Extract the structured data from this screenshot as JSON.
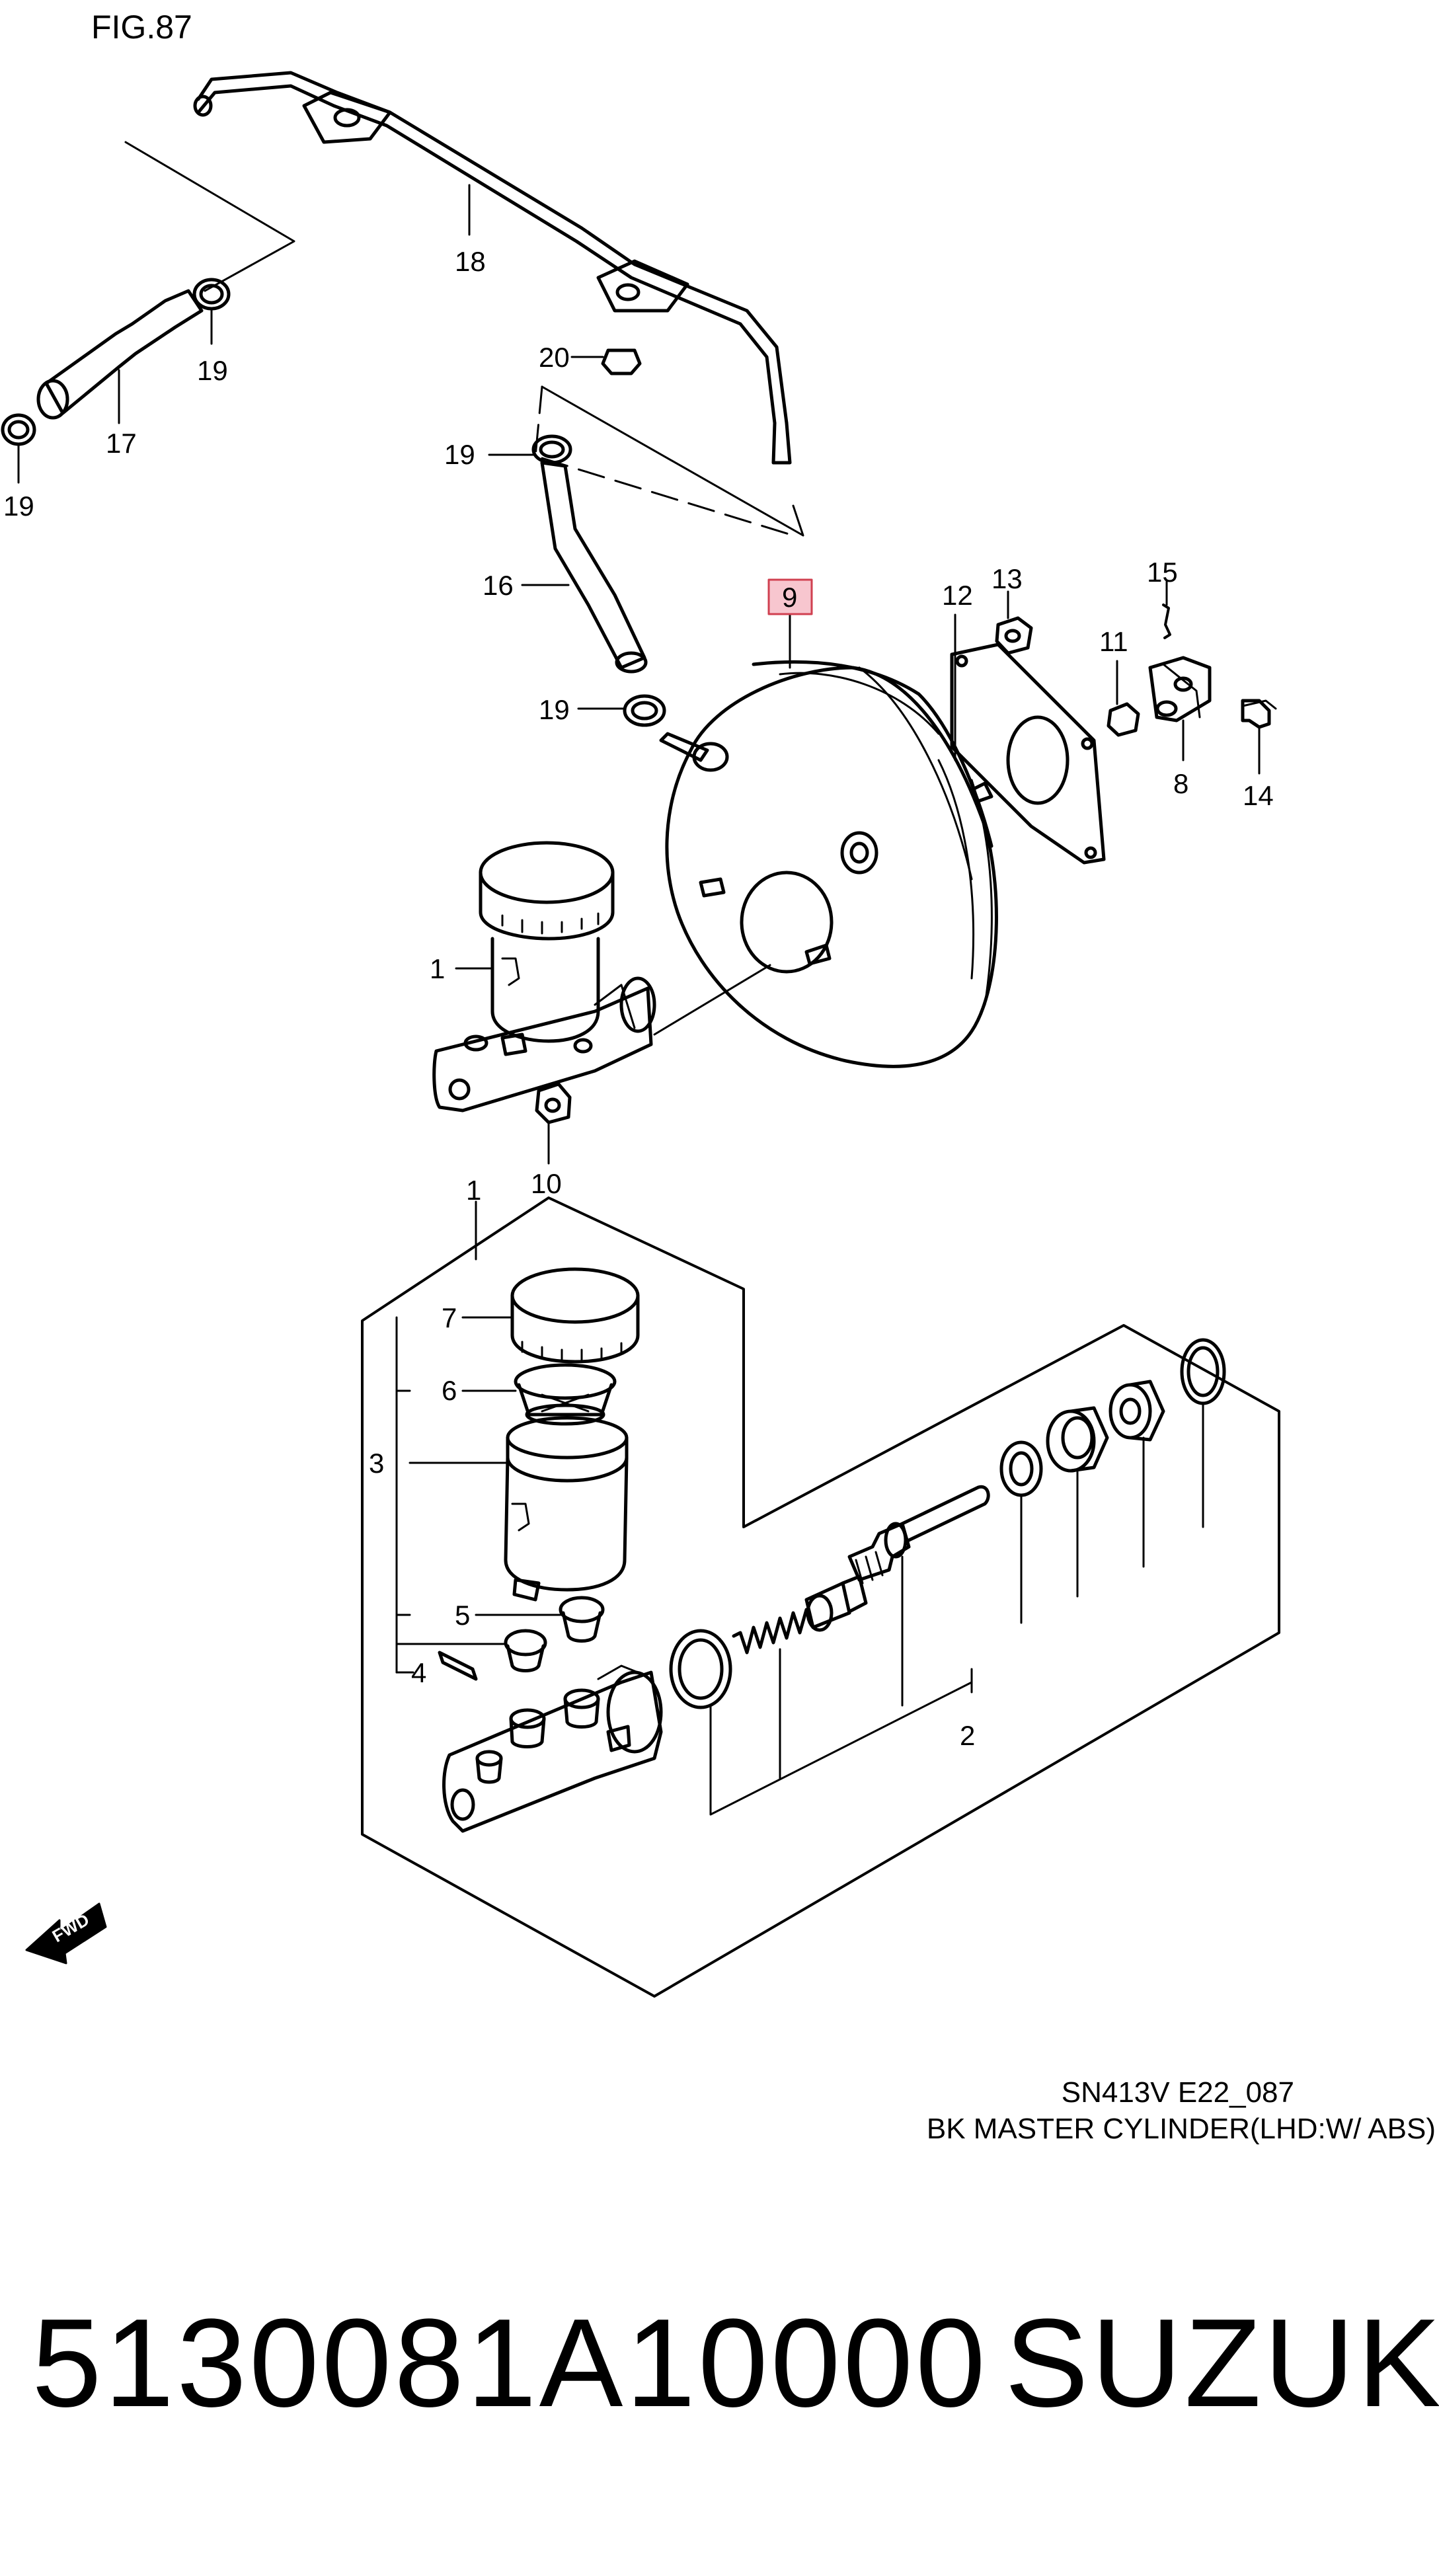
{
  "figure": {
    "title": "FIG.87",
    "caption_code": "SN413V E22_087",
    "caption_desc": "BK MASTER CYLINDER(LHD:W/ ABS)",
    "fwd_label": "FWD",
    "highlight_color": "#f7c6cf",
    "highlight_border": "#d04050",
    "callouts": {
      "c1a": "1",
      "c1b": "1",
      "c2": "2",
      "c3": "3",
      "c4": "4",
      "c5": "5",
      "c6": "6",
      "c7": "7",
      "c8": "8",
      "c9": "9",
      "c10": "10",
      "c11": "11",
      "c12": "12",
      "c13": "13",
      "c14": "14",
      "c15": "15",
      "c16": "16",
      "c17": "17",
      "c18": "18",
      "c19a": "19",
      "c19b": "19",
      "c19c": "19",
      "c19d": "19",
      "c20": "20"
    }
  },
  "footer": {
    "part_number": "5130081A10000",
    "brand": "SUZUKI"
  }
}
